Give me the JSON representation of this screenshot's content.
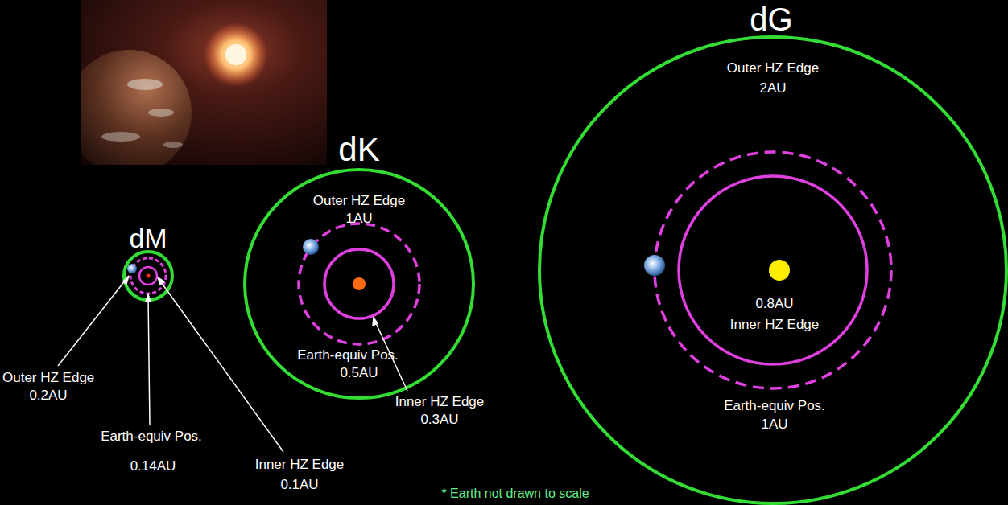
{
  "diagram": {
    "labels": [
      "dM",
      "Outer HZ Edge",
      "0.2AU",
      "Earth-equiv Pos.",
      "0.14AU",
      "Inner HZ Edge",
      "0.1AU",
      "dK",
      "Outer HZ Edge",
      "1AU",
      "Earth-equiv Pos.",
      "0.5AU",
      "Inner HZ Edge",
      "0.3AU",
      "dG",
      "Outer HZ Edge",
      "2AU",
      "0.8AU",
      "Inner HZ Edge",
      "Earth-equiv Pos.",
      "1AU",
      "* Earth not drawn to scale"
    ]
  }
}
